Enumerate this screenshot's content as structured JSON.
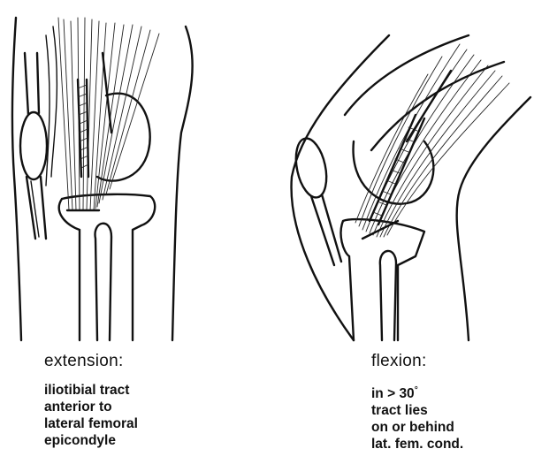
{
  "captions": {
    "extension": {
      "heading": "extension:",
      "lines": [
        "iliotibial tract",
        "anterior to",
        "lateral femoral",
        "epicondyle"
      ]
    },
    "flexion": {
      "heading": "flexion:",
      "line1_text": "in > 30",
      "line1_degree": "°",
      "lines": [
        "tract lies",
        "on or behind",
        "lat. fem. cond."
      ]
    }
  },
  "figures": {
    "extension": {
      "subject": "knee-lateral-view-extended"
    },
    "flexion": {
      "subject": "knee-lateral-view-flexed"
    }
  }
}
